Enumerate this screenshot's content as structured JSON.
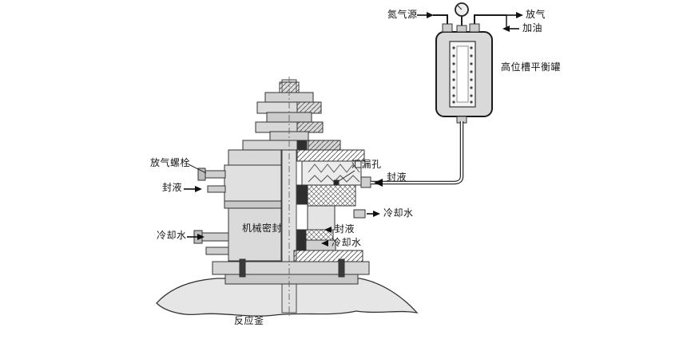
{
  "diagram": {
    "title_context": "mechanical seal with high-level balance tank on reactor",
    "labels": {
      "nitrogen_source": "氮气源",
      "vent_gas": "放气",
      "add_oil": "加油",
      "balance_tank": "高位槽平衡罐",
      "seal_liquid_pipe": "封液",
      "leak_hole": "汇漏孔",
      "vent_bolt": "放气螺栓",
      "seal_liquid_left": "封液",
      "cooling_water_left": "冷却水",
      "mechanical_seal": "机械密封",
      "cooling_water_right": "冷却水",
      "seal_liquid_right": "封液",
      "cooling_water_right_lower": "冷却水",
      "reactor": "反应釜"
    },
    "colors": {
      "line": "#1a1a1a",
      "fill_light": "#d9d9d9",
      "fill_dark": "#2e2e2e",
      "background": "#ffffff"
    }
  }
}
